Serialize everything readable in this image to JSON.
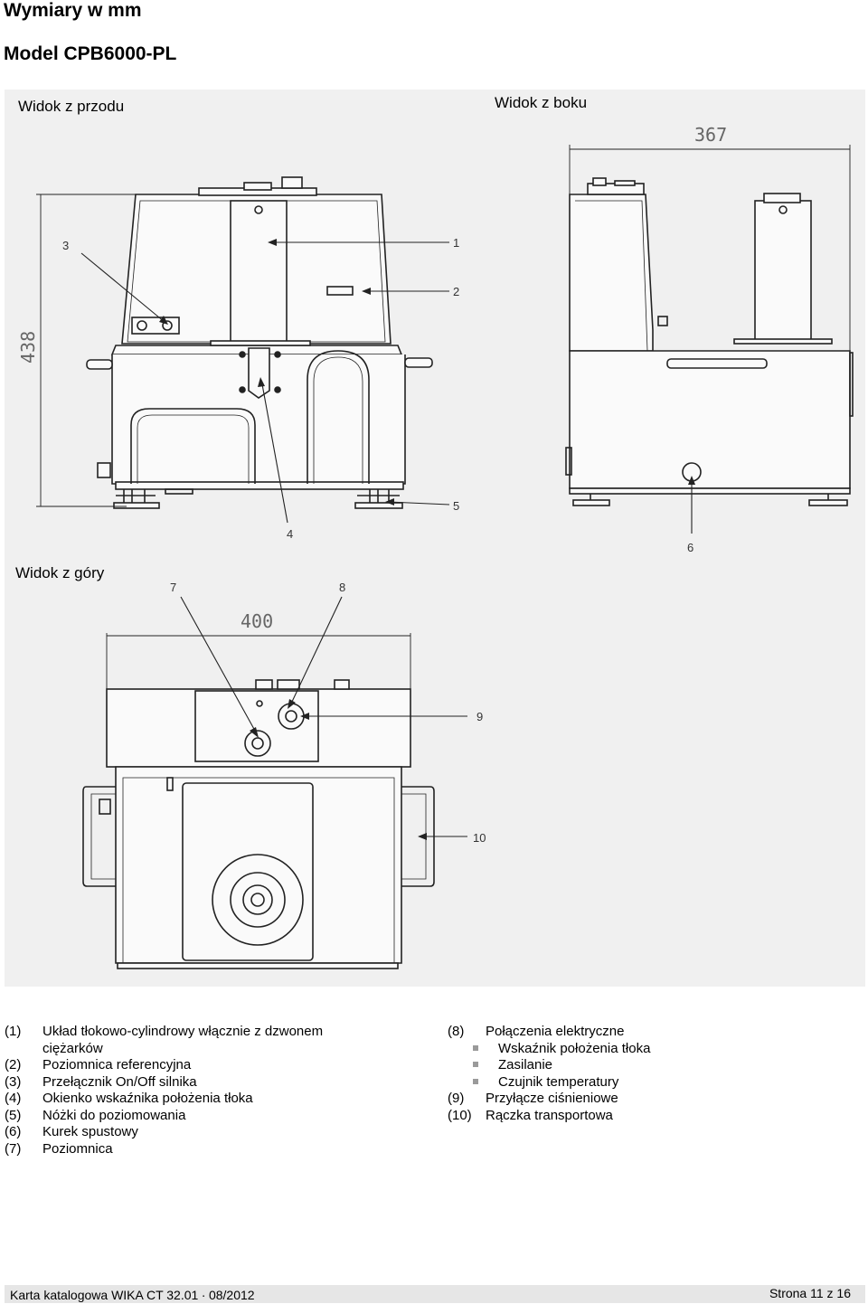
{
  "page": {
    "title": "Wymiary w mm",
    "model": "Model CPB6000-PL"
  },
  "views": {
    "front": "Widok z przodu",
    "side": "Widok z boku",
    "top": "Widok z góry"
  },
  "dimensions": {
    "height": "438",
    "depth": "367",
    "width": "400"
  },
  "callouts": [
    "1",
    "2",
    "3",
    "4",
    "5",
    "6",
    "7",
    "8",
    "9",
    "10"
  ],
  "legend_left": [
    {
      "num": "(1)",
      "text": "Układ tłokowo-cylindrowy włącznie z dzwonem",
      "cont": "ciężarków"
    },
    {
      "num": "(2)",
      "text": "Poziomnica referencyjna"
    },
    {
      "num": "(3)",
      "text": "Przełącznik On/Off silnika"
    },
    {
      "num": "(4)",
      "text": "Okienko wskaźnika położenia tłoka"
    },
    {
      "num": "(5)",
      "text": "Nóżki do poziomowania"
    },
    {
      "num": "(6)",
      "text": "Kurek spustowy"
    },
    {
      "num": "(7)",
      "text": "Poziomnica"
    }
  ],
  "legend_right": {
    "item8": {
      "num": "(8)",
      "text": "Połączenia elektryczne"
    },
    "sub_items": [
      "Wskaźnik położenia tłoka",
      "Zasilanie",
      "Czujnik temperatury"
    ],
    "item9": {
      "num": "(9)",
      "text": "Przyłącze ciśnieniowe"
    },
    "item10": {
      "num": "(10)",
      "text": "Rączka transportowa"
    }
  },
  "footer": {
    "left": "Karta katalogowa WIKA CT 32.01 ∙ 08/2012",
    "right": "Strona 11 z 16"
  }
}
